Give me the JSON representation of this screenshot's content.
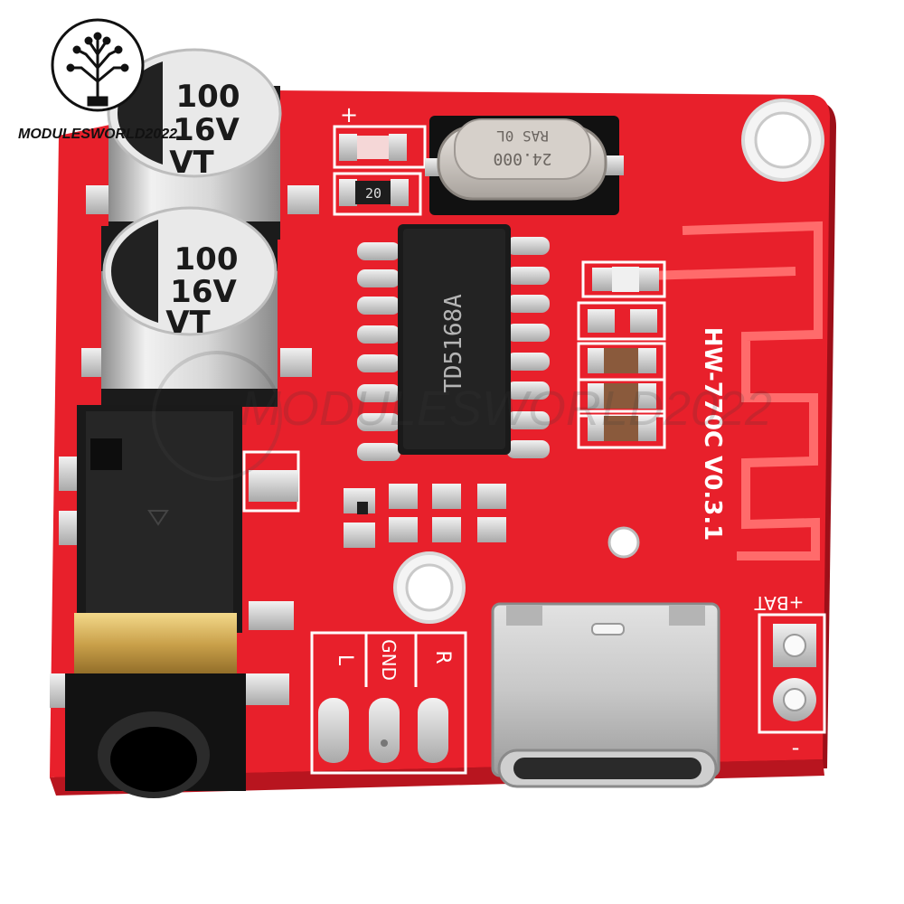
{
  "watermark": {
    "brand": "MODULESWORLD2022",
    "faint": "MODULESWORLD2022",
    "icon": "circuit-tree-icon"
  },
  "capacitors": [
    {
      "value": "100",
      "voltage": "16V",
      "series": "VT"
    },
    {
      "value": "100",
      "voltage": "16V",
      "series": "VT"
    }
  ],
  "chip": {
    "label": "TD5168A"
  },
  "crystal": {
    "lines": [
      "RAS 0L",
      "24.000"
    ]
  },
  "resistor": {
    "code": "20"
  },
  "board": {
    "model": "HW-770C V0.3.1",
    "bat_pos": "+BAT",
    "bat_neg": "-",
    "pin_l": "L",
    "pin_gnd": "GND",
    "pin_r": "R",
    "plus": "+"
  },
  "colors": {
    "pcb": "#e8202b",
    "pcb_dark": "#c1141e",
    "silkscreen": "#ffffff",
    "pad": "#d8d8d8",
    "chip": "#1a1a1a"
  }
}
